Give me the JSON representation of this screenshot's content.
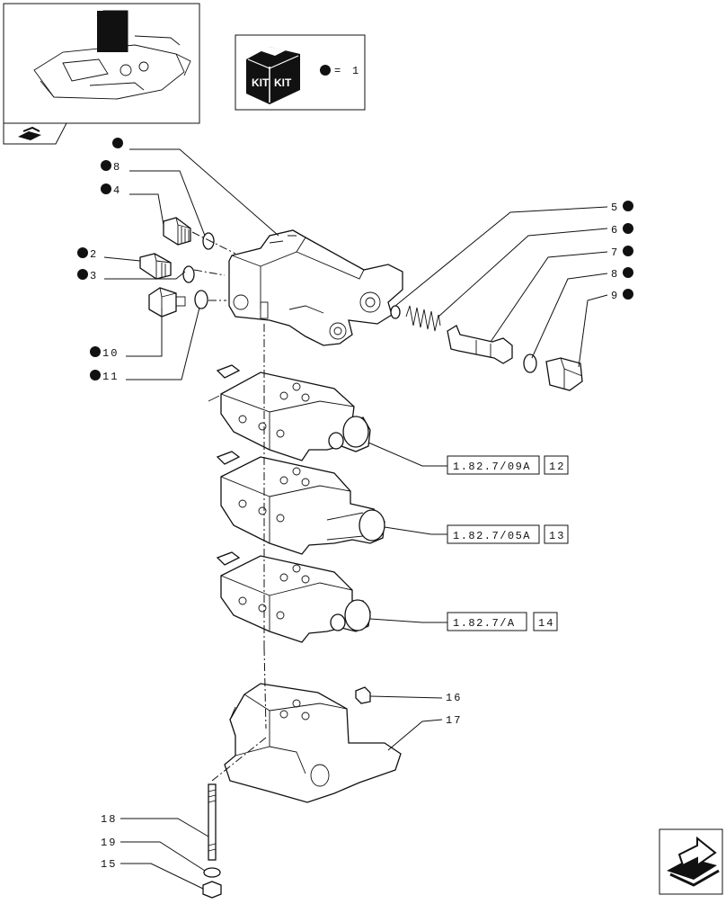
{
  "kit_legend": {
    "label": "KIT",
    "equals": "=",
    "value": "1"
  },
  "callouts": {
    "c_top": "",
    "c8a": "8",
    "c4": "4",
    "c2": "2",
    "c3": "3",
    "c10": "10",
    "c11": "11",
    "c5": "5",
    "c6": "6",
    "c7": "7",
    "c8b": "8",
    "c9": "9",
    "c16": "16",
    "c17": "17",
    "c18": "18",
    "c19": "19",
    "c15": "15"
  },
  "references": [
    {
      "code": "1.82.7/09A",
      "num": "12"
    },
    {
      "code": "1.82.7/05A",
      "num": "13"
    },
    {
      "code": "1.82.7/A",
      "num": "14"
    }
  ],
  "colors": {
    "ink": "#111111",
    "paper": "#ffffff"
  }
}
